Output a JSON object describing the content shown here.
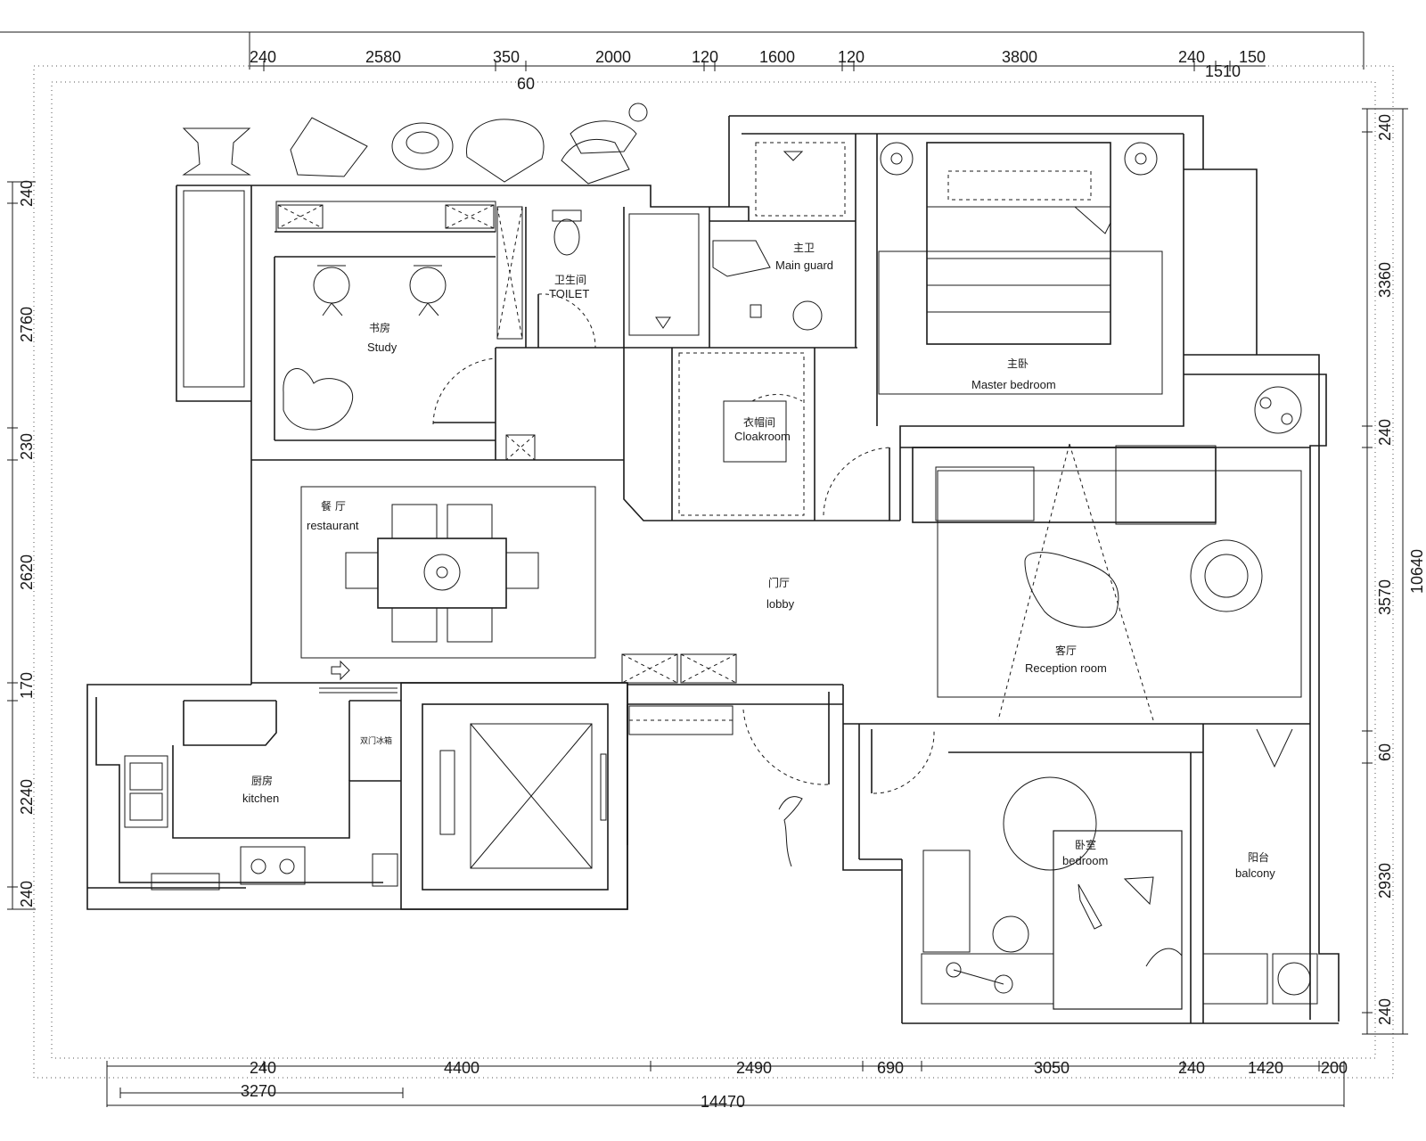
{
  "dimensions": {
    "top": [
      "240",
      "2580",
      "350",
      "2000",
      "120",
      "1600",
      "120",
      "3800",
      "240",
      "150"
    ],
    "top_extra": [
      "60",
      "1510"
    ],
    "bottom": [
      "240",
      "4400",
      "2490",
      "690",
      "3050",
      "240",
      "1420",
      "200"
    ],
    "bottom_sub": "3270",
    "bottom_total": "14470",
    "left": [
      "240",
      "2760",
      "230",
      "2620",
      "170",
      "2240",
      "240"
    ],
    "right": [
      "240",
      "3360",
      "240",
      "3570",
      "60",
      "2930",
      "240"
    ],
    "right_total": "10640"
  },
  "rooms": {
    "study": {
      "cn": "书房",
      "en": "Study"
    },
    "toilet": {
      "cn": "卫生间",
      "en": "TOILET"
    },
    "main_guard": {
      "cn": "主卫",
      "en": "Main guard"
    },
    "master_bedroom": {
      "cn": "主卧",
      "en": "Master bedroom"
    },
    "cloakroom": {
      "cn": "衣帽间",
      "en": "Cloakroom"
    },
    "restaurant": {
      "cn": "餐 厅",
      "en": "restaurant"
    },
    "lobby": {
      "cn": "门厅",
      "en": "lobby"
    },
    "reception": {
      "cn": "客厅",
      "en": "Reception room"
    },
    "kitchen": {
      "cn": "厨房",
      "en": "kitchen"
    },
    "bedroom": {
      "cn": "卧室",
      "en": "bedroom"
    },
    "balcony": {
      "cn": "阳台",
      "en": "balcony"
    },
    "fridge": {
      "cn": "双门冰箱"
    }
  }
}
